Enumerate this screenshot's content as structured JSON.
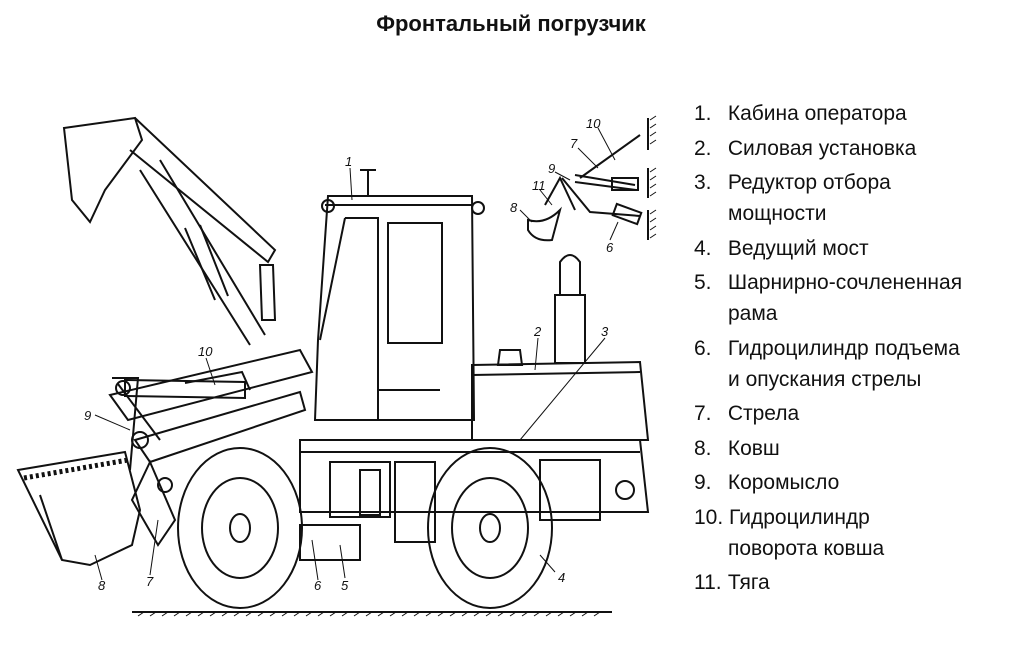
{
  "title": "Фронтальный погрузчик",
  "legend": [
    {
      "num": "1.",
      "line1": "Кабина оператора",
      "line2": ""
    },
    {
      "num": "2.",
      "line1": "Силовая установка",
      "line2": ""
    },
    {
      "num": "3.",
      "line1": "Редуктор отбора",
      "line2": "мощности"
    },
    {
      "num": "4.",
      "line1": "Ведущий мост",
      "line2": ""
    },
    {
      "num": "5.",
      "line1": "Шарнирно-сочлененная",
      "line2": "рама"
    },
    {
      "num": "6.",
      "line1": "Гидроцилиндр подъема",
      "line2": "и опускания стрелы"
    },
    {
      "num": "7.",
      "line1": "Стрела",
      "line2": ""
    },
    {
      "num": "8.",
      "line1": "Ковш",
      "line2": ""
    },
    {
      "num": "9.",
      "line1": "Коромысло",
      "line2": ""
    },
    {
      "num": "10.",
      "line1": "Гидроцилиндр",
      "line2": "поворота ковша"
    },
    {
      "num": "11.",
      "line1": "Тяга",
      "line2": ""
    }
  ],
  "callouts": {
    "main": [
      "1",
      "2",
      "3",
      "4",
      "5",
      "6",
      "7",
      "8",
      "9",
      "10"
    ],
    "inset": [
      "10",
      "7",
      "9",
      "11",
      "8",
      "6"
    ]
  }
}
